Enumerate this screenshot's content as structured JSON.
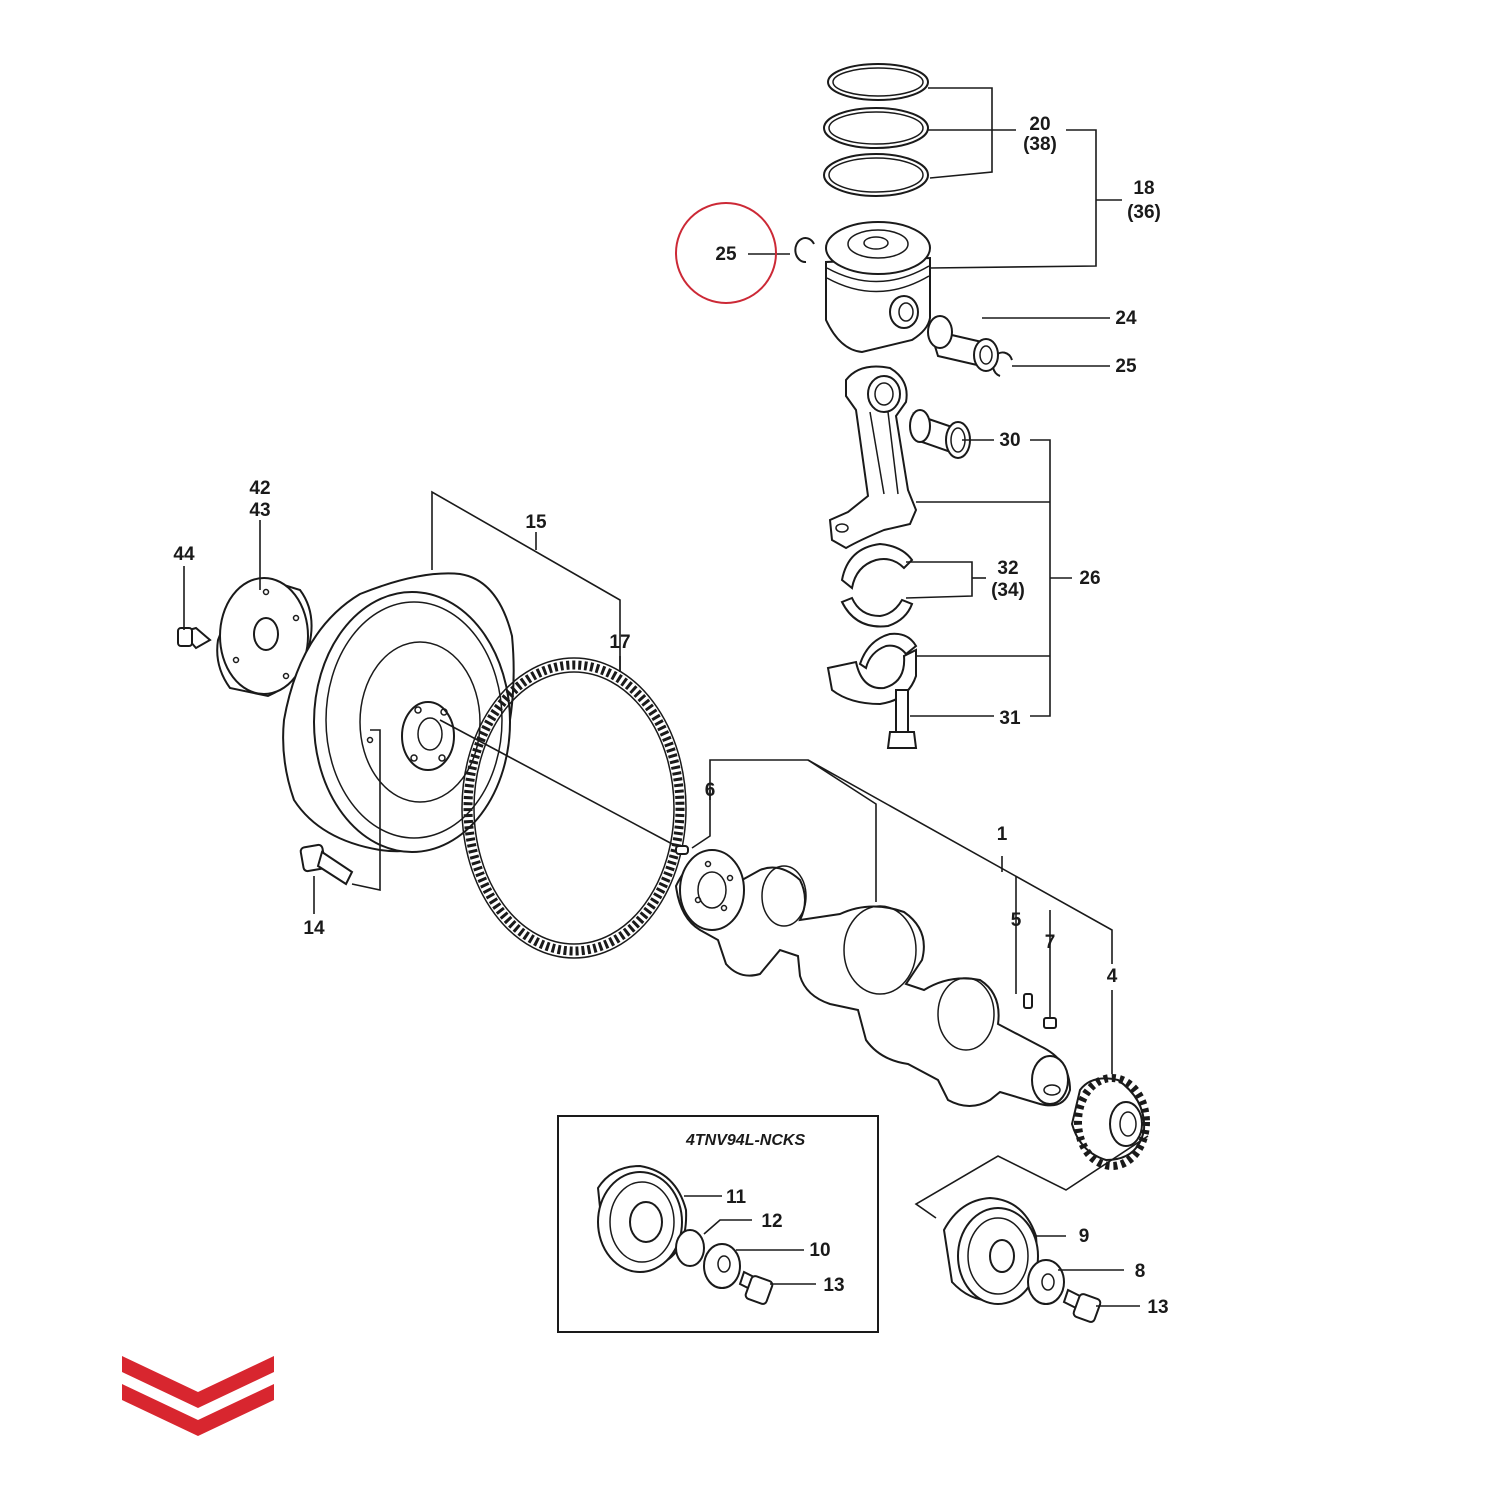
{
  "diagram": {
    "highlight_color": "#cc2936",
    "logo_color": "#d8262f",
    "callouts": {
      "c20": "20",
      "c38": "(38)",
      "c18": "18",
      "c36": "(36)",
      "c25_highlight": "25",
      "c24": "24",
      "c25": "25",
      "c30": "30",
      "c32": "32",
      "c34": "(34)",
      "c26": "26",
      "c31": "31",
      "c42": "42",
      "c43": "43",
      "c44": "44",
      "c15": "15",
      "c17": "17",
      "c14": "14",
      "c6": "6",
      "c1": "1",
      "c5": "5",
      "c7": "7",
      "c4": "4",
      "c9": "9",
      "c8": "8",
      "c13_right": "13",
      "c11": "11",
      "c12": "12",
      "c10": "10",
      "c13_box": "13"
    },
    "inset_model": "4TNV94L-NCKS",
    "icons": [
      "piston-ring-icon",
      "piston-icon",
      "circlip-icon",
      "piston-pin-icon",
      "bushing-icon",
      "connecting-rod-icon",
      "bearing-shell-icon",
      "rod-bolt-icon",
      "flywheel-icon",
      "ring-gear-icon",
      "crankshaft-icon",
      "crank-gear-icon",
      "pulley-icon",
      "washer-icon",
      "bolt-icon",
      "brand-logo-icon"
    ]
  }
}
